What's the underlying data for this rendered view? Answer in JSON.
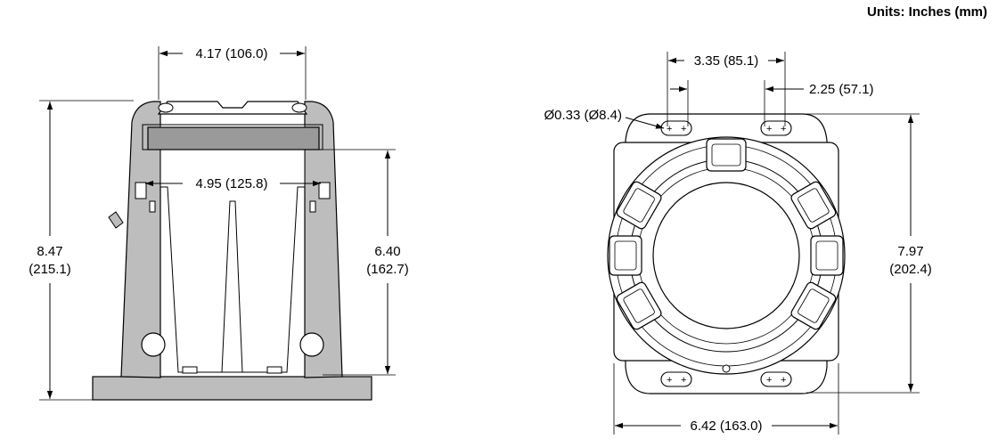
{
  "units_label": "Units: Inches (mm)",
  "side_view": {
    "top_width": "4.17 (106.0)",
    "inner_width": "4.95 (125.8)",
    "overall_height_in": "8.47",
    "overall_height_mm": "(215.1)",
    "inner_height_in": "6.40",
    "inner_height_mm": "(162.7)"
  },
  "front_view": {
    "hole_spacing": "3.35 (85.1)",
    "hole_offset": "2.25 (57.1)",
    "hole_diameter": "Ø0.33 (Ø8.4)",
    "height_in": "7.97",
    "height_mm": "(202.4)",
    "width": "6.42 (163.0)"
  },
  "colors": {
    "body_fill": "#bdbdbd",
    "cover_fill": "#9a9a9a",
    "stroke": "#000000"
  }
}
